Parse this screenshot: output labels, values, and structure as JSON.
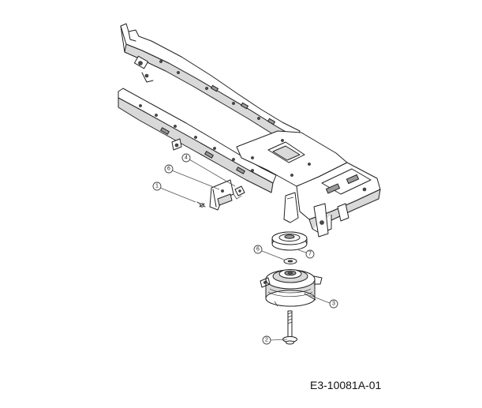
{
  "drawing_number": "E3-10081A-01",
  "callouts": [
    {
      "label": "1",
      "part": "screw"
    },
    {
      "label": "2",
      "part": "bolt"
    },
    {
      "label": "3",
      "part": "electric-pto-clutch"
    },
    {
      "label": "4",
      "part": "clutch-bracket"
    },
    {
      "label": "6",
      "part": "washer"
    },
    {
      "label": "6",
      "part": "frame-bracket"
    },
    {
      "label": "7",
      "part": "spacer-pulley"
    }
  ]
}
